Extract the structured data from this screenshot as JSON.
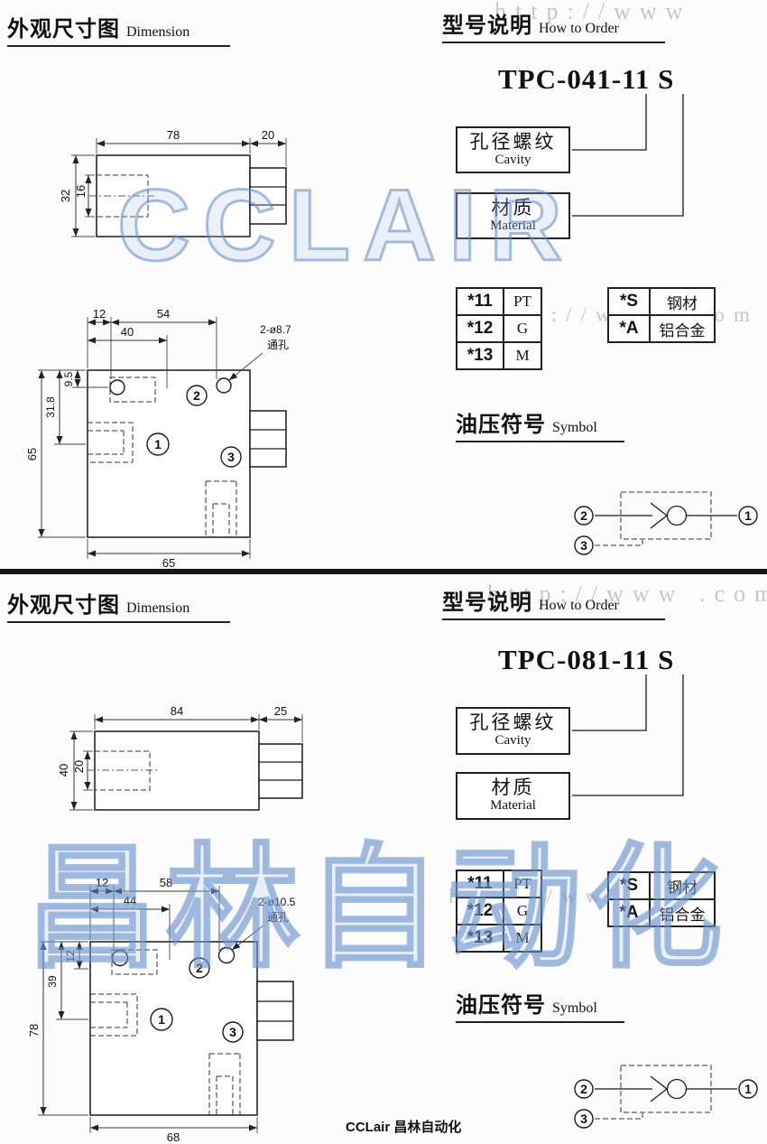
{
  "watermarks": {
    "brand_top": "CCLAIR",
    "brand_bottom": "昌林自动化",
    "urls": [
      "http://www",
      "http://www .com",
      "http://www .com",
      "http://www"
    ]
  },
  "footer_text": "CCLair 昌林自动化",
  "sections": [
    {
      "dimension_heading": {
        "zh": "外观尺寸图",
        "en": "Dimension"
      },
      "order_heading": {
        "zh": "型号说明",
        "en": "How to Order"
      },
      "model": "TPC-041-11 S",
      "cavity_box": {
        "zh": "孔径螺纹",
        "en": "Cavity"
      },
      "material_box": {
        "zh": "材质",
        "en": "Material"
      },
      "thread_table": {
        "rows": [
          {
            "code": "*11",
            "value": "PT"
          },
          {
            "code": "*12",
            "value": "G"
          },
          {
            "code": "*13",
            "value": "M"
          }
        ]
      },
      "material_table": {
        "rows": [
          {
            "code": "*S",
            "value": "钢材"
          },
          {
            "code": "*A",
            "value": "铝合金"
          }
        ]
      },
      "symbol_heading": {
        "zh": "油压符号",
        "en": "Symbol"
      },
      "ports": {
        "p1": "1",
        "p2": "2",
        "p3": "3"
      },
      "side_view": {
        "length": "78",
        "hex_length": "20",
        "height": "32",
        "bore": "16"
      },
      "top_view": {
        "top_dim1": "12",
        "top_dim2": "54",
        "top_dim3": "40",
        "left_dim1": "9.5",
        "left_dim2": "31.8",
        "left_dim3": "65",
        "bottom_dim": "65",
        "hole_note": "2-ø8.7",
        "hole_note2": "通孔"
      }
    },
    {
      "dimension_heading": {
        "zh": "外观尺寸图",
        "en": "Dimension"
      },
      "order_heading": {
        "zh": "型号说明",
        "en": "How to Order"
      },
      "model": "TPC-081-11 S",
      "cavity_box": {
        "zh": "孔径螺纹",
        "en": "Cavity"
      },
      "material_box": {
        "zh": "材质",
        "en": "Material"
      },
      "thread_table": {
        "rows": [
          {
            "code": "*11",
            "value": "PT"
          },
          {
            "code": "*12",
            "value": "G"
          },
          {
            "code": "*13",
            "value": "M"
          }
        ]
      },
      "material_table": {
        "rows": [
          {
            "code": "*S",
            "value": "钢材"
          },
          {
            "code": "*A",
            "value": "铝合金"
          }
        ]
      },
      "symbol_heading": {
        "zh": "油压符号",
        "en": "Symbol"
      },
      "ports": {
        "p1": "1",
        "p2": "2",
        "p3": "3"
      },
      "side_view": {
        "length": "84",
        "hex_length": "25",
        "height": "40",
        "bore": "20"
      },
      "top_view": {
        "top_dim1": "12",
        "top_dim2": "58",
        "top_dim3": "44",
        "left_dim1": "12",
        "left_dim2": "39",
        "left_dim3": "78",
        "bottom_dim": "68",
        "hole_note": "2-ø10.5",
        "hole_note2": "通孔"
      }
    }
  ]
}
